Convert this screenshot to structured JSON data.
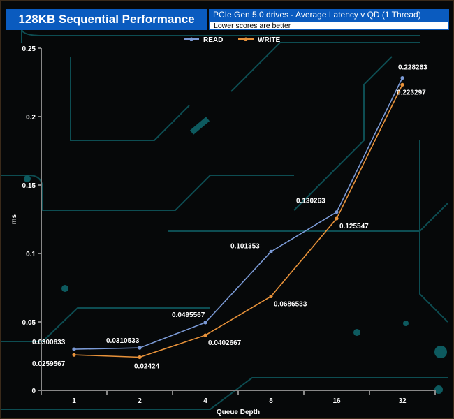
{
  "header": {
    "title": "128KB Sequential Performance",
    "subtitle": "PCIe Gen 5.0 drives - Average Latency v QD (1 Thread)",
    "note": "Lower scores are better"
  },
  "chart_data": {
    "type": "line",
    "title": "128KB Sequential Performance",
    "subtitle": "PCIe Gen 5.0 drives - Average Latency v QD (1 Thread)",
    "xlabel": "Queue Depth",
    "ylabel": "ms",
    "categories": [
      "1",
      "2",
      "4",
      "8",
      "16",
      "32"
    ],
    "ylim": [
      0,
      0.25
    ],
    "yticks": [
      "0",
      "0.05",
      "0.1",
      "0.15",
      "0.2",
      "0.25"
    ],
    "legend": "top-center",
    "series": [
      {
        "name": "READ",
        "color": "#7b9ad6",
        "values": [
          0.0300633,
          0.0310533,
          0.0495567,
          0.101353,
          0.130263,
          0.228263
        ],
        "labels": [
          "0.0300633",
          "0.0310533",
          "0.0495567",
          "0.101353",
          "0.130263",
          "0.228263"
        ]
      },
      {
        "name": "WRITE",
        "color": "#e8923a",
        "values": [
          0.0259567,
          0.02424,
          0.0402667,
          0.0686533,
          0.125547,
          0.223297
        ],
        "labels": [
          "0.0259567",
          "0.02424",
          "0.0402667",
          "0.0686533",
          "0.125547",
          "0.223297"
        ]
      }
    ]
  }
}
